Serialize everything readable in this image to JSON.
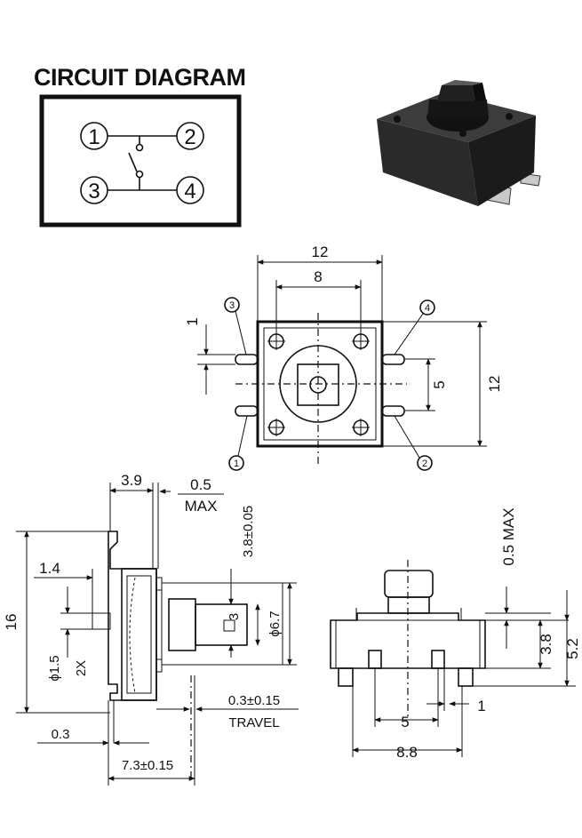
{
  "circuit_diagram": {
    "title": "CIRCUIT DIAGRAM",
    "pins": [
      "1",
      "2",
      "3",
      "4"
    ]
  },
  "top_view": {
    "width_outer": "12",
    "hole_spacing": "8",
    "height_outer": "12",
    "pin_pitch": "5",
    "offset": "1",
    "pins": [
      "1",
      "2",
      "3",
      "4"
    ]
  },
  "side_view": {
    "depth": "3.9",
    "max_label_value": "0.5",
    "max_label_word": "MAX",
    "actuator_size": "3.8±0.05",
    "height": "16",
    "pin_offset": "1.4",
    "hole_dia": "ϕ1.5",
    "hole_count": "2X",
    "actuator_square": "3",
    "actuator_dia": "ϕ6.7",
    "travel_value": "0.3±0.15",
    "travel_word": "TRAVEL",
    "base_thickness": "0.3",
    "overall_length": "7.3±0.15"
  },
  "front_view": {
    "max_top": "0.5 MAX",
    "height_body": "3.8",
    "height_total": "5.2",
    "pin_pitch": "5",
    "pin_width": "1",
    "total_width": "8.8"
  },
  "colors": {
    "ink": "#111111",
    "paper": "#ffffff"
  }
}
